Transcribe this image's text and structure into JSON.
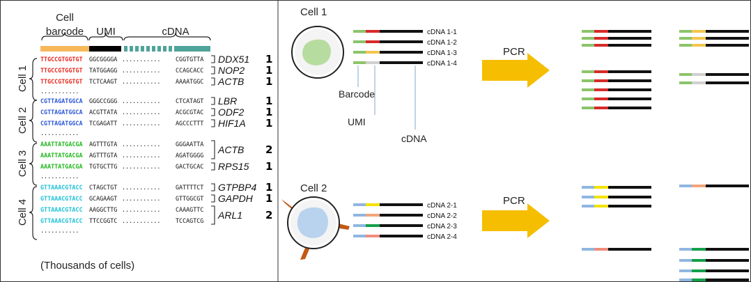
{
  "colors": {
    "seg_barcode": "#f6b85a",
    "seg_umi": "#000000",
    "seg_cdna": "#4fa39a",
    "cell1": "#e8281e",
    "cell2": "#2c56d8",
    "cell3": "#22b81f",
    "cell4": "#1ec3d8",
    "bar_green": "#8cc46a",
    "bar_blue": "#8fb7e0",
    "umi_red": "#d62a2a",
    "umi_yellow": "#f4e200",
    "umi_gold": "#f3c64e",
    "umi_gray": "#d0d0d0",
    "umi_salmon": "#f08c7d",
    "umi_green": "#14a04a",
    "umi_peach": "#f2a57c",
    "arrow": "#f5be00"
  },
  "left": {
    "header_barcode_line1": "Cell",
    "header_barcode_line2": "barcode",
    "header_umi": "UMI",
    "header_cdna": "cDNA",
    "dots": "...........",
    "footer": "(Thousands of cells)",
    "cells": [
      {
        "label": "Cell 1",
        "color_key": "cell1",
        "rows": [
          {
            "barcode": "TTGCCGTGGTGT",
            "umi": "GGCGGGGA",
            "end": "CGGTGTTA",
            "gene": "DDX51",
            "count": "1"
          },
          {
            "barcode": "TTGCCGTGGTGT",
            "umi": "TATGGAGG",
            "end": "CCAGCACC",
            "gene": "NOP2",
            "count": "1"
          },
          {
            "barcode": "TTGCCGTGGTGT",
            "umi": "TCTCAAGT",
            "end": "AAAATGGC",
            "gene": "ACTB",
            "count": "1"
          }
        ]
      },
      {
        "label": "Cell 2",
        "color_key": "cell2",
        "rows": [
          {
            "barcode": "CGTTAGATGGCA",
            "umi": "GGGCCGGG",
            "end": "CTCATAGT",
            "gene": "LBR",
            "count": "1"
          },
          {
            "barcode": "CGTTAGATGGCA",
            "umi": "ACGTTATA",
            "end": "ACGCGTAC",
            "gene": "ODF2",
            "count": "1"
          },
          {
            "barcode": "CGTTAGATGGCA",
            "umi": "TCGAGATT",
            "end": "AGCCCTTT",
            "gene": "HIF1A",
            "count": "1"
          }
        ]
      },
      {
        "label": "Cell 3",
        "color_key": "cell3",
        "rows": [
          {
            "barcode": "AAATTATGACGA",
            "umi": "AGTTTGTA",
            "end": "GGGAATTA",
            "gene": "ACTB",
            "count": "2"
          },
          {
            "barcode": "AAATTATGACGA",
            "umi": "AGTTTGTA",
            "end": "AGATGGGG",
            "gene": "",
            "count": ""
          },
          {
            "barcode": "AAATTATGACGA",
            "umi": "TGTGCTTG",
            "end": "GACTGCAC",
            "gene": "RPS15",
            "count": "1"
          }
        ]
      },
      {
        "label": "Cell 4",
        "color_key": "cell4",
        "rows": [
          {
            "barcode": "GTTAAACGTACC",
            "umi": "CTAGCTGT",
            "end": "GATTTTCT",
            "gene": "GTPBP4",
            "count": "1"
          },
          {
            "barcode": "GTTAAACGTACC",
            "umi": "GCAGAAGT",
            "end": "GTTGGCGT",
            "gene": "GAPDH",
            "count": "1"
          },
          {
            "barcode": "GTTAAACGTACC",
            "umi": "AAGGCTTG",
            "end": "CAAAGTTC",
            "gene": "ARL1",
            "count": "2"
          },
          {
            "barcode": "GTTAAACGTACC",
            "umi": "TTCCGGTC",
            "end": "TCCAGTCG",
            "gene": "",
            "count": ""
          }
        ]
      }
    ]
  },
  "right": {
    "cell1_title": "Cell 1",
    "cell2_title": "Cell 2",
    "pcr_label": "PCR",
    "callout_barcode": "Barcode",
    "callout_umi": "UMI",
    "callout_cdna": "cDNA",
    "cell1_molecules": [
      {
        "label": "cDNA 1-1",
        "bar_key": "bar_green",
        "umi_key": "umi_red"
      },
      {
        "label": "cDNA 1-2",
        "bar_key": "bar_green",
        "umi_key": "umi_red"
      },
      {
        "label": "cDNA 1-3",
        "bar_key": "bar_green",
        "umi_key": "umi_gold"
      },
      {
        "label": "cDNA 1-4",
        "bar_key": "bar_green",
        "umi_key": "umi_gray"
      }
    ],
    "cell2_molecules": [
      {
        "label": "cDNA 2-1",
        "bar_key": "bar_blue",
        "umi_key": "umi_yellow"
      },
      {
        "label": "cDNA 2-2",
        "bar_key": "bar_blue",
        "umi_key": "umi_peach"
      },
      {
        "label": "cDNA 2-3",
        "bar_key": "bar_blue",
        "umi_key": "umi_green"
      },
      {
        "label": "cDNA 2-4",
        "bar_key": "bar_blue",
        "umi_key": "umi_salmon"
      }
    ]
  }
}
